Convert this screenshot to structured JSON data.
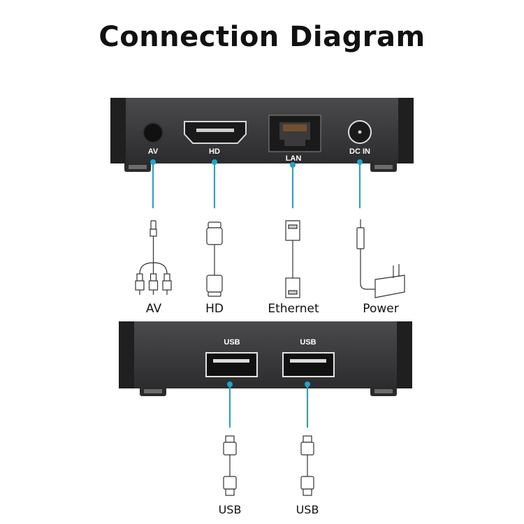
{
  "title": "Connection Diagram",
  "colors": {
    "accent": "#1aa7c9",
    "device": "#3a3a3c",
    "device_edge": "#1f1f20"
  },
  "top_device": {
    "ports": [
      {
        "label": "AV",
        "icon": "av-jack-icon"
      },
      {
        "label": "HD",
        "icon": "hdmi-port-icon"
      },
      {
        "label": "LAN",
        "icon": "ethernet-port-icon"
      },
      {
        "label": "DC IN",
        "icon": "dc-power-port-icon"
      }
    ]
  },
  "cables": [
    {
      "label": "AV",
      "icon": "av-cable-icon"
    },
    {
      "label": "HD",
      "icon": "hdmi-cable-icon"
    },
    {
      "label": "Ethernet",
      "icon": "ethernet-cable-icon"
    },
    {
      "label": "Power",
      "icon": "power-adapter-icon"
    }
  ],
  "bottom_device": {
    "ports": [
      {
        "label": "USB",
        "icon": "usb-port-icon"
      },
      {
        "label": "USB",
        "icon": "usb-port-icon"
      }
    ]
  },
  "usb_cables": [
    {
      "label": "USB",
      "icon": "usb-cable-icon"
    },
    {
      "label": "USB",
      "icon": "usb-cable-icon"
    }
  ]
}
